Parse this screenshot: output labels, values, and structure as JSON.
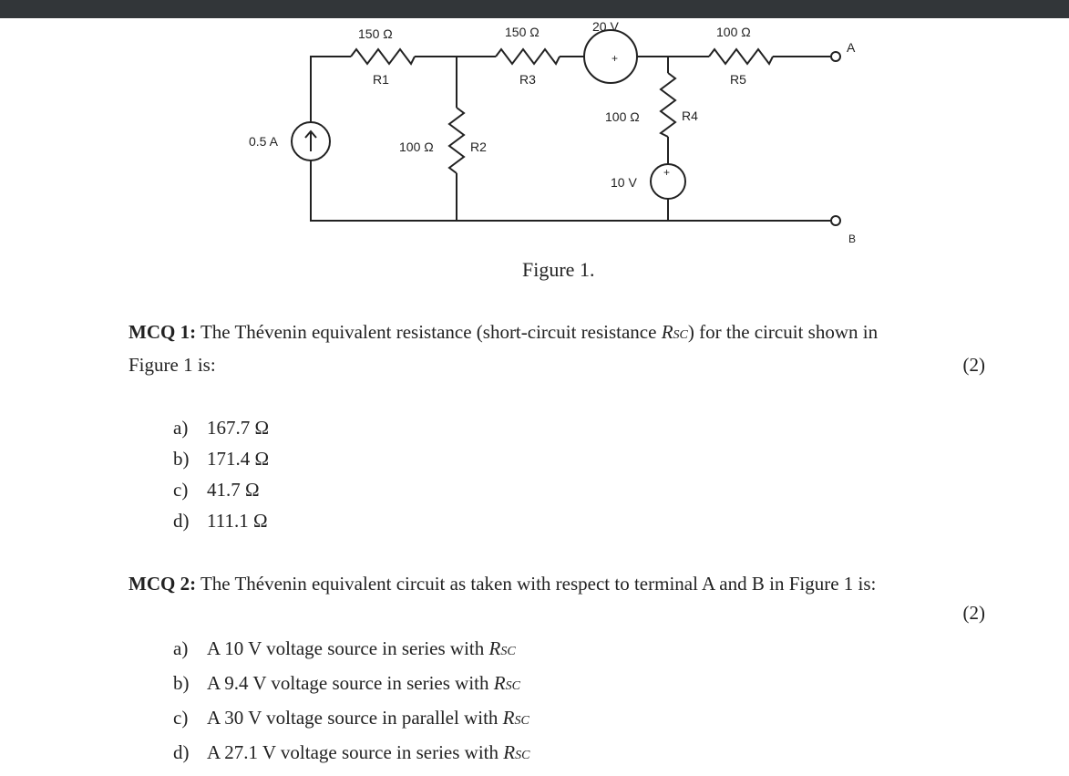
{
  "figure": {
    "labels": {
      "source_current": "0.5 A",
      "r1_value": "150 Ω",
      "r1_name": "R1",
      "r2_value": "100 Ω",
      "r2_name": "R2",
      "r3_value": "150 Ω",
      "r3_name": "R3",
      "vs1_value": "20 V",
      "r4_value": "100 Ω",
      "r4_name": "R4",
      "vs2_value": "10 V",
      "r5_value": "100 Ω",
      "r5_name": "R5",
      "terminal_a": "A",
      "terminal_b": "B",
      "plus": "+"
    },
    "caption": "Figure 1."
  },
  "mcq1": {
    "heading": "MCQ 1:",
    "text_before": " The Thévenin equivalent resistance (short-circuit resistance ",
    "r_symbol": "R",
    "r_sub": "SC",
    "text_after": ") for the circuit shown in",
    "line2": "Figure 1 is:",
    "marks": "(2)",
    "options": [
      {
        "letter": "a)",
        "text": "167.7 Ω"
      },
      {
        "letter": "b)",
        "text": "171.4 Ω"
      },
      {
        "letter": "c)",
        "text": "41.7 Ω"
      },
      {
        "letter": "d)",
        "text": "111.1 Ω"
      }
    ]
  },
  "mcq2": {
    "heading": "MCQ 2:",
    "text": " The Thévenin equivalent circuit as taken with respect to terminal A and B in Figure 1 is:",
    "marks": "(2)",
    "options": [
      {
        "letter": "a)",
        "text": "A 10 V voltage source in series with ",
        "r": "R",
        "sub": "SC"
      },
      {
        "letter": "b)",
        "text": "A 9.4 V voltage source in series with ",
        "r": "R",
        "sub": "SC"
      },
      {
        "letter": "c)",
        "text": "A 30 V voltage source in parallel with ",
        "r": "R",
        "sub": "SC"
      },
      {
        "letter": "d)",
        "text": "A 27.1 V voltage source in series with ",
        "r": "R",
        "sub": "SC"
      }
    ]
  }
}
